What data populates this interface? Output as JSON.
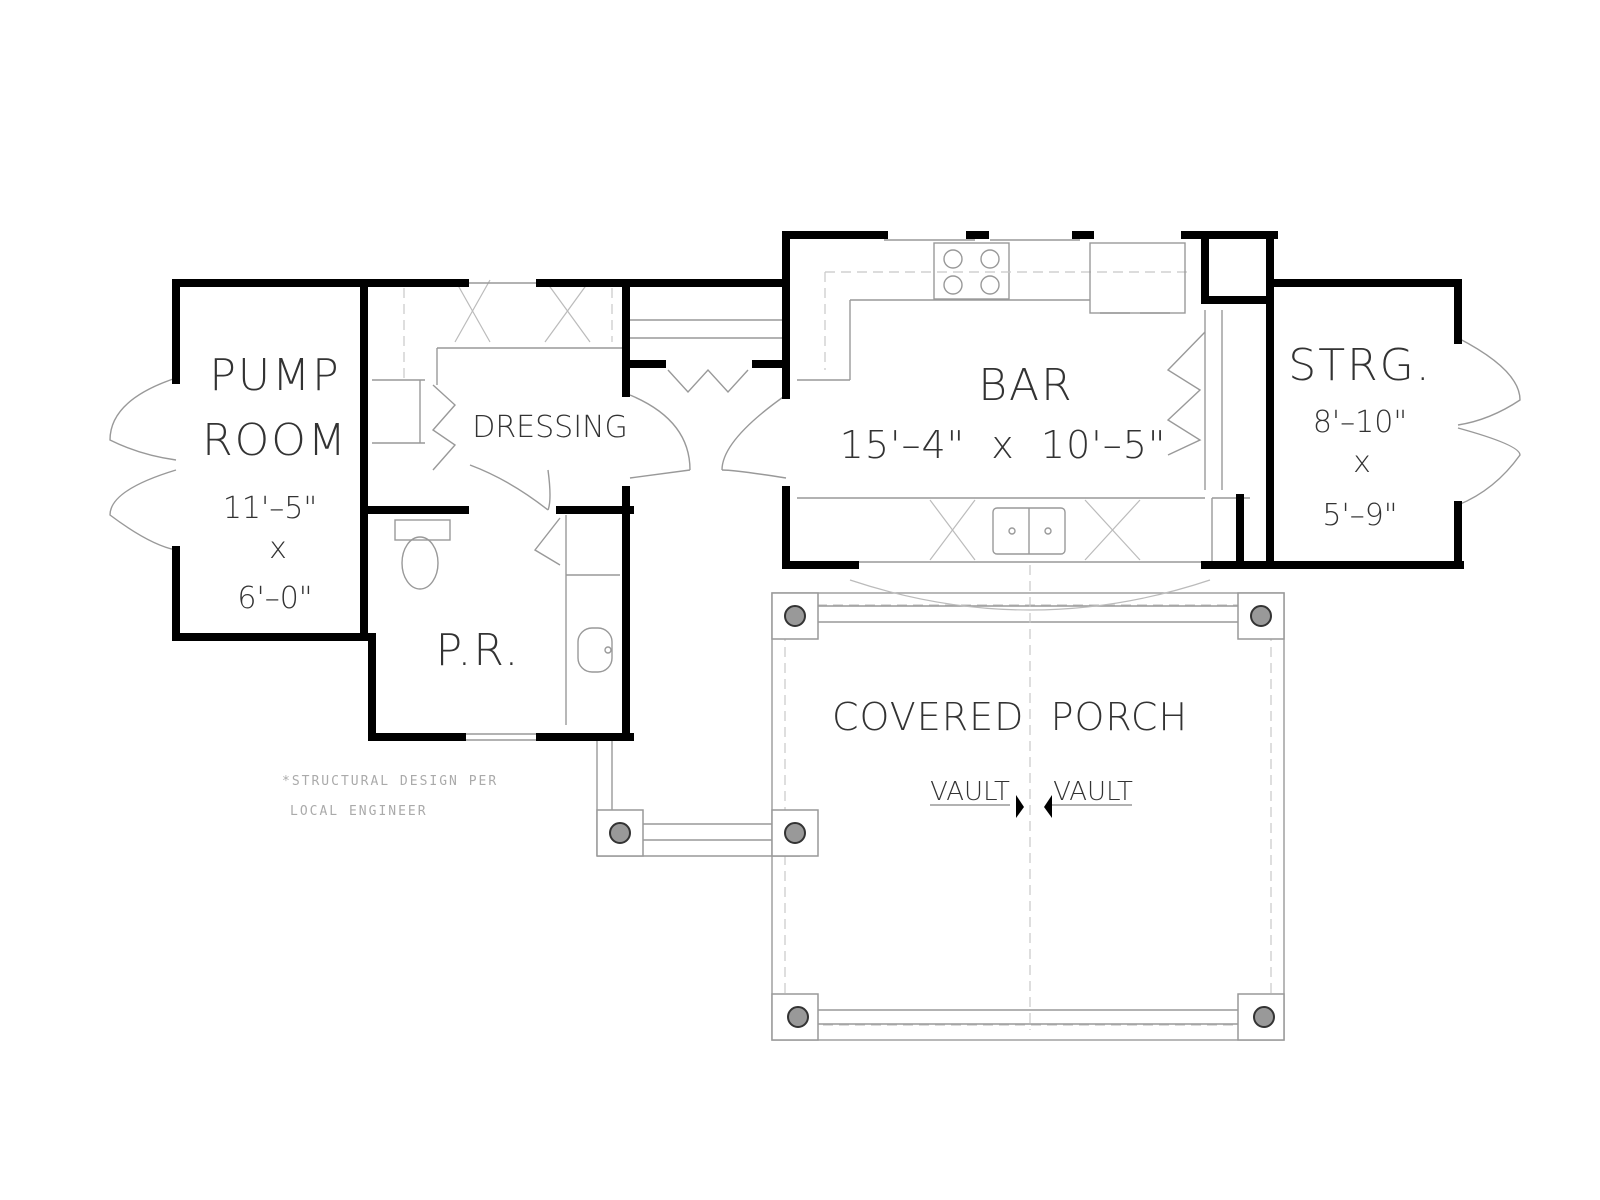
{
  "rooms": {
    "pump_room": {
      "name_line1": "PUMP",
      "name_line2": "ROOM",
      "dim_w": "11'–5\"",
      "dim_x": "x",
      "dim_h": "6'–0\""
    },
    "dressing": {
      "name": "DRESSING"
    },
    "powder_room": {
      "name": "P.R."
    },
    "bar": {
      "name": "BAR",
      "dims": "15'–4\"  x  10'–5\""
    },
    "storage": {
      "name": "STRG.",
      "dim_w": "8'–10\"",
      "dim_x": "x",
      "dim_h": "5'–9\""
    },
    "covered_porch": {
      "name": "COVERED  PORCH"
    }
  },
  "vault_labels": {
    "left": "VAULT",
    "right": "VAULT"
  },
  "notes": {
    "line1": "*STRUCTURAL DESIGN PER",
    "line2": "LOCAL ENGINEER"
  }
}
